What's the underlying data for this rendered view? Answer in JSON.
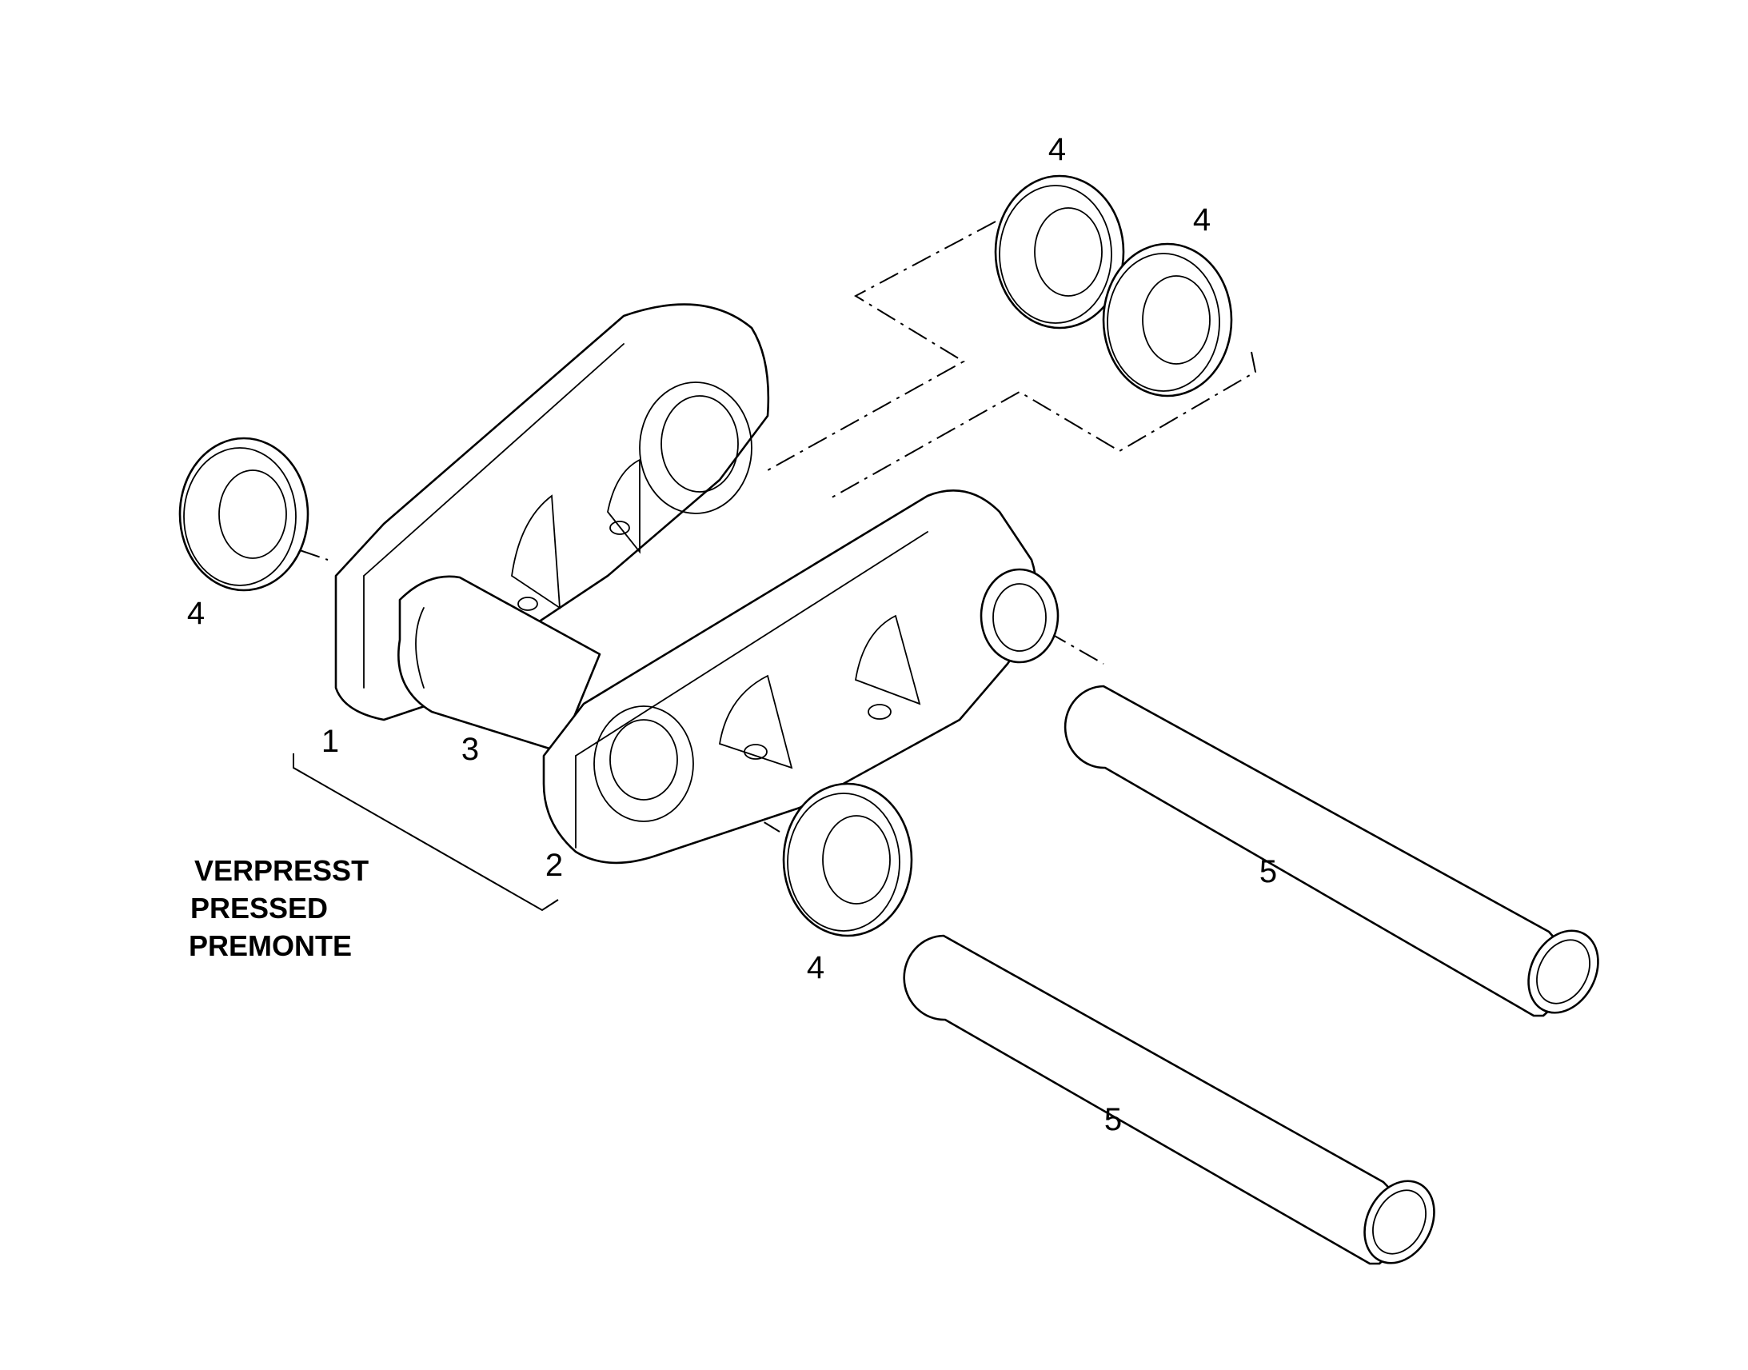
{
  "callouts": {
    "link_left": "1",
    "link_right": "2",
    "bushing": "3",
    "seal_top_a": "4",
    "seal_top_b": "4",
    "seal_left": "4",
    "seal_bottom": "4",
    "pin_upper": "5",
    "pin_lower": "5"
  },
  "note": {
    "line1": "VERPRESST",
    "line2": "PRESSED",
    "line3": "PREMONTE"
  }
}
